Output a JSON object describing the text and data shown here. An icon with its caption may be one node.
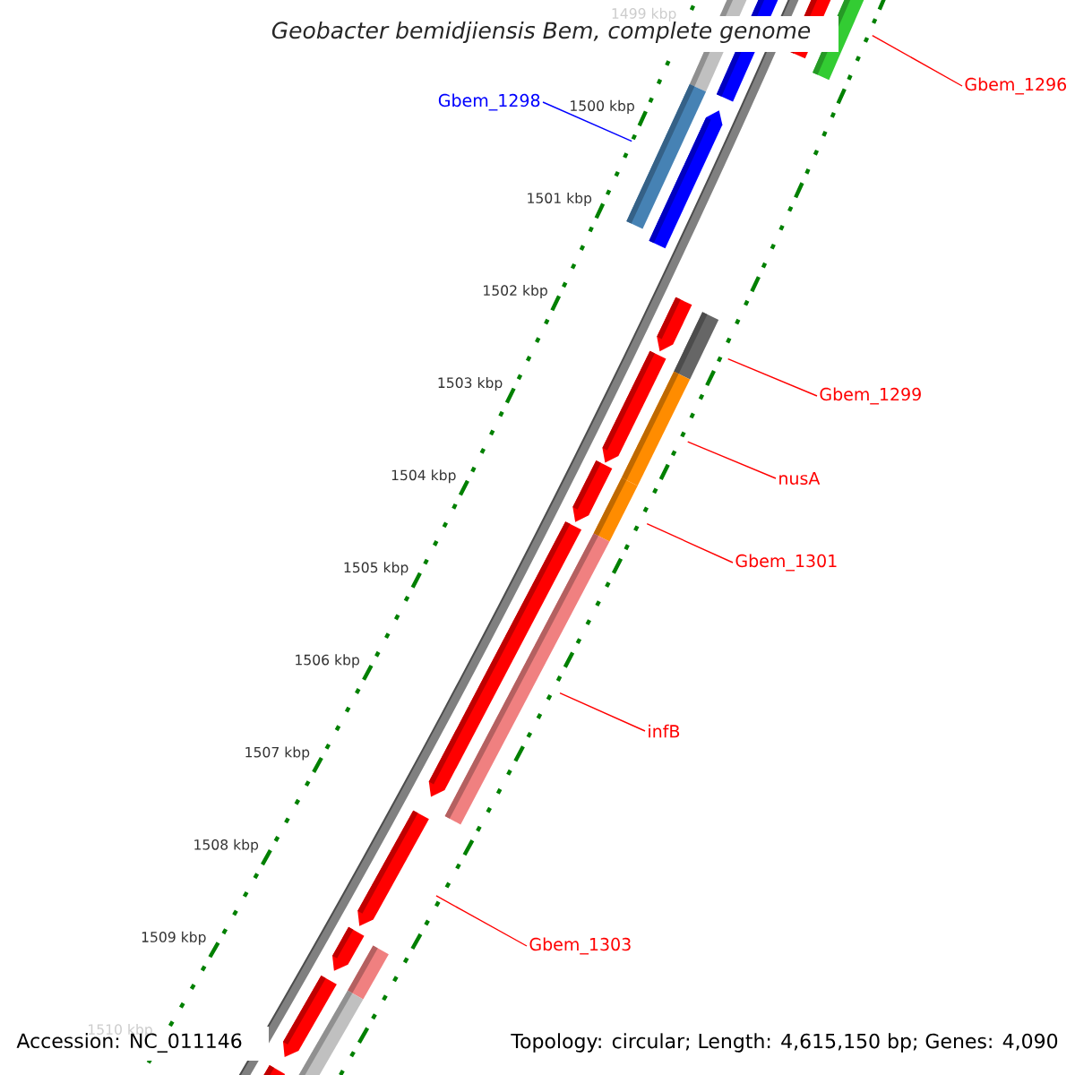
{
  "diagram": {
    "title": "Geobacter bemidjiensis Bem, complete genome",
    "nodes": [
      {
        "text": [
          "Gbem_1298"
        ]
      },
      {
        "text": [],
        "shape": "bar"
      },
      {
        "text": [
          "Gbem_1296"
        ]
      },
      {
        "text": [],
        "shape": "bar"
      },
      {
        "text": [
          "Gbem_1299"
        ]
      },
      {
        "text": [],
        "shape": "bar"
      },
      {
        "text": [
          "nusA"
        ]
      },
      {
        "text": [],
        "shape": "bar"
      },
      {
        "text": [
          "Gbem_1301"
        ]
      },
      {
        "text": [],
        "shape": "bar"
      },
      {
        "text": [
          "infB"
        ]
      },
      {
        "text": [],
        "shape": "bar"
      },
      {
        "text": [
          "Gbem_1303"
        ]
      },
      {
        "text": [],
        "shape": "bar"
      }
    ],
    "edges": [
      {
        "from": 0,
        "to": 1,
        "arrow": "none",
        "color": "#0000ff"
      },
      {
        "from": 2,
        "to": 3,
        "arrow": "none"
      },
      {
        "from": 4,
        "to": 5,
        "arrow": "none"
      },
      {
        "from": 6,
        "to": 7,
        "arrow": "none"
      },
      {
        "from": 8,
        "to": 9,
        "arrow": "none"
      },
      {
        "from": 10,
        "to": 11,
        "arrow": "none"
      },
      {
        "from": 12,
        "to": 13,
        "arrow": "none"
      }
    ],
    "labels": [
      "1499 kbp",
      "1500 kbp",
      "1501 kbp",
      "1502 kbp",
      "1503 kbp",
      "1504 kbp",
      "1505 kbp",
      "1506 kbp",
      "1507 kbp",
      "1508 kbp",
      "1509 kbp",
      "1510 kbp",
      "Accession: NC_011146",
      "Topology: circular; Length: 4,615,150 bp; Genes: 4,090"
    ]
  }
}
